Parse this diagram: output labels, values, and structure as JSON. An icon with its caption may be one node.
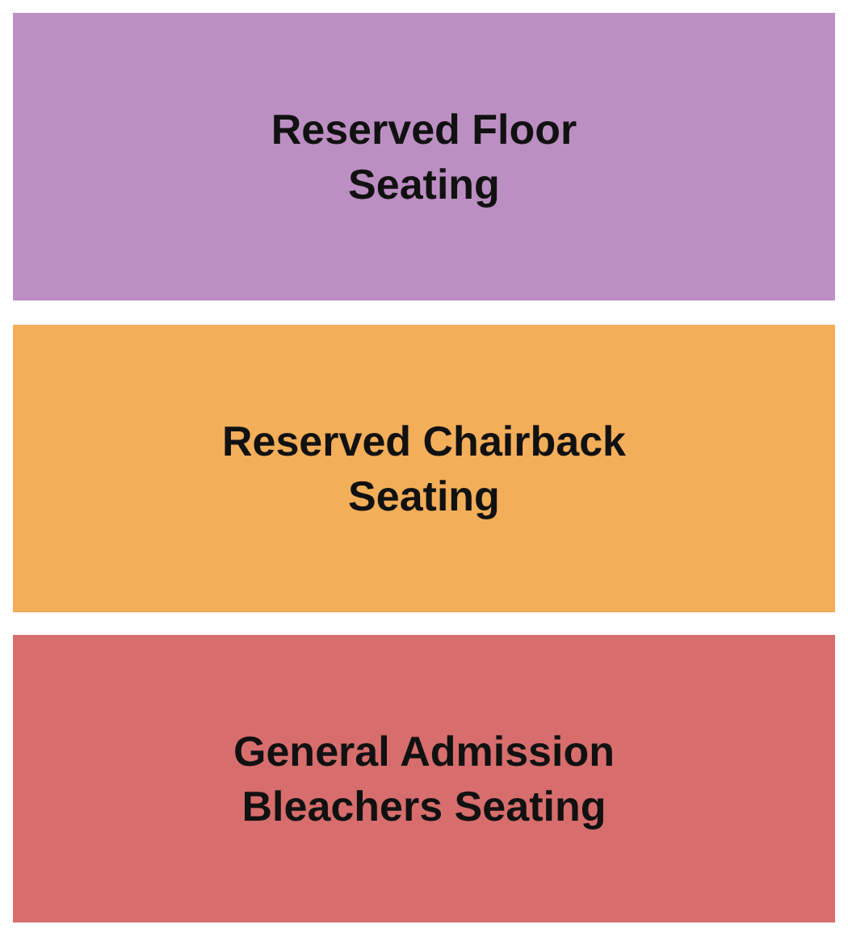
{
  "diagram": {
    "nodes": [
      {
        "text": [
          "Reserved Floor Seating"
        ]
      },
      {
        "text": [
          "Reserved Chairback Seating"
        ]
      },
      {
        "text": [
          "General Admission Bleachers Seating"
        ]
      }
    ]
  }
}
